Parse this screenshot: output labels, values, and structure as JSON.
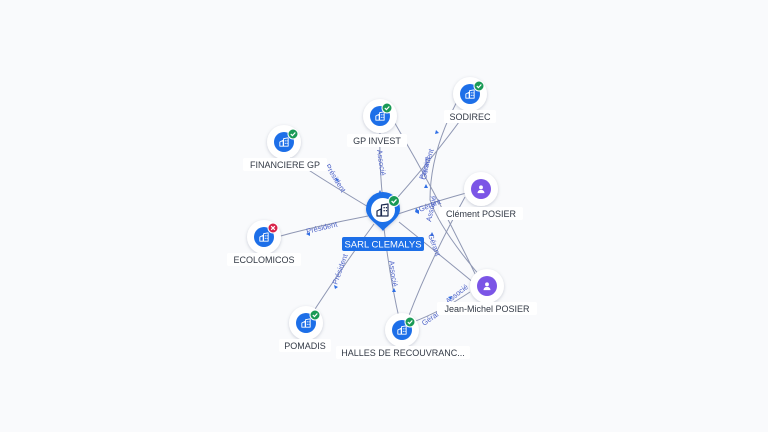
{
  "graph": {
    "center": {
      "label": "SARL CLEMALYS",
      "icon": "building-icon",
      "status": "verified"
    },
    "nodes": [
      {
        "id": "gp-invest",
        "label": "GP INVEST",
        "type": "company",
        "icon": "building-icon",
        "status": "verified"
      },
      {
        "id": "sodirec",
        "label": "SODIREC",
        "type": "company",
        "icon": "building-icon",
        "status": "verified"
      },
      {
        "id": "financiere-gp",
        "label": "FINANCIERE GP",
        "type": "company",
        "icon": "building-icon",
        "status": "verified"
      },
      {
        "id": "clement-posier",
        "label": "Clément POSIER",
        "type": "person",
        "icon": "person-icon",
        "status": ""
      },
      {
        "id": "ecolomicos",
        "label": "ECOLOMICOS",
        "type": "company",
        "icon": "building-icon",
        "status": "closed"
      },
      {
        "id": "jean-michel-posier",
        "label": "Jean-Michel POSIER",
        "type": "person",
        "icon": "person-icon",
        "status": ""
      },
      {
        "id": "pomadis",
        "label": "POMADIS",
        "type": "company",
        "icon": "building-icon",
        "status": "verified"
      },
      {
        "id": "halles",
        "label": "HALLES DE RECOUVRANC...",
        "type": "company",
        "icon": "building-icon",
        "status": "verified"
      }
    ],
    "edges": [
      {
        "id": "e-gp-invest",
        "label": "Associé"
      },
      {
        "id": "e-sodirec",
        "label": "Président"
      },
      {
        "id": "e-financiere",
        "label": "Président"
      },
      {
        "id": "e-ecolomicos",
        "label": "Président"
      },
      {
        "id": "e-pomadis",
        "label": "Président"
      },
      {
        "id": "e-halles",
        "label": "Associé"
      },
      {
        "id": "e-clement",
        "label": "Gérant"
      },
      {
        "id": "e-jm-sodirec",
        "label": "Gérant"
      },
      {
        "id": "e-jm-halles",
        "label": "Gérant"
      },
      {
        "id": "e-jm-clemalys",
        "label": "Gérant"
      },
      {
        "id": "e-clement-halles",
        "label": "Associé"
      },
      {
        "id": "e-jm-associe",
        "label": "Associé"
      }
    ],
    "colors": {
      "company": "#1d6fe8",
      "person": "#7b55e6",
      "verified": "#1a9a56",
      "closed": "#d8234a",
      "edge": "#8f97b3",
      "edge_label": "#4f64c8"
    }
  }
}
